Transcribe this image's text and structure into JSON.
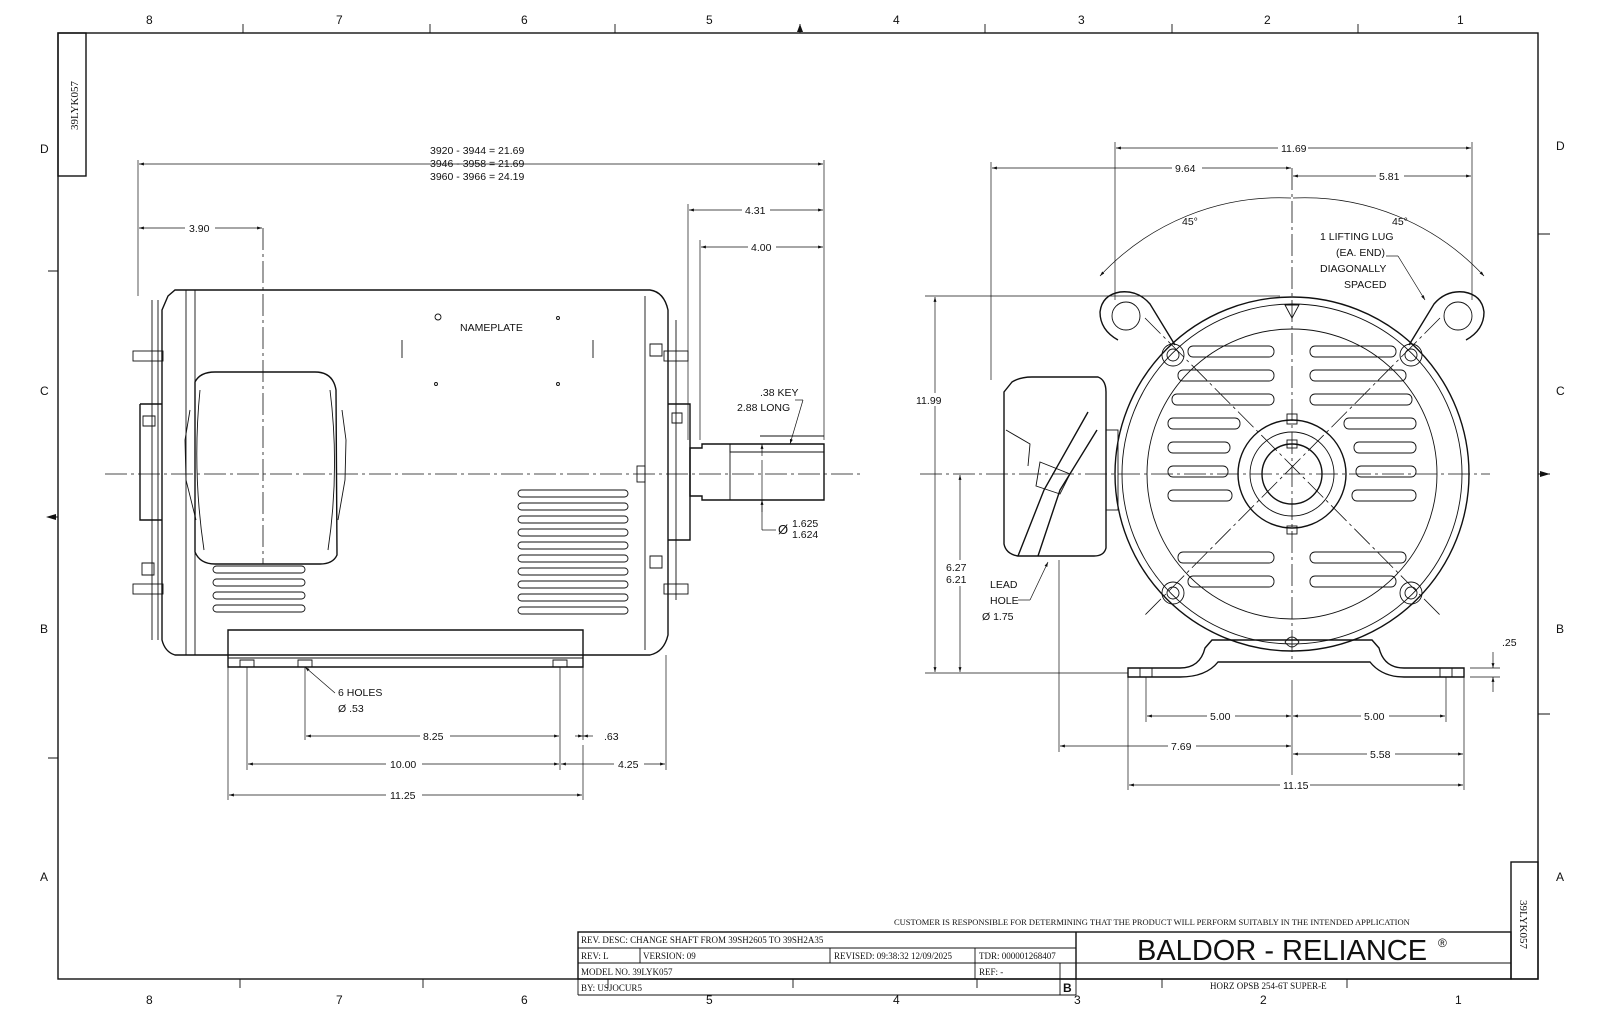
{
  "drawing": {
    "id_left": "39LYK057",
    "id_right": "39LYK057",
    "zones_top": [
      "8",
      "7",
      "6",
      "5",
      "4",
      "3",
      "2",
      "1"
    ],
    "zones_side": [
      "D",
      "C",
      "B",
      "A"
    ]
  },
  "side_view": {
    "overall_1": "3920 - 3944 = 21.69",
    "overall_2": "3946 - 3958 = 21.69",
    "overall_3": "3960 - 3966 = 24.19",
    "dim_390": "3.90",
    "dim_431": "4.31",
    "dim_400": "4.00",
    "nameplate": "NAMEPLATE",
    "key_1": ".38 KEY",
    "key_2": "2.88 LONG",
    "shaft_dia_sym": "Ø",
    "shaft_dia_1": "1.625",
    "shaft_dia_2": "1.624",
    "holes_1": "6 HOLES",
    "holes_2": "Ø .53",
    "dim_825": "8.25",
    "dim_063": ".63",
    "dim_1000": "10.00",
    "dim_425": "4.25",
    "dim_1125": "11.25"
  },
  "end_view": {
    "dim_1169": "11.69",
    "dim_964": "9.64",
    "dim_581": "5.81",
    "angle_left": "45°",
    "angle_right": "45°",
    "lug_1": "1 LIFTING LUG",
    "lug_2": "(EA. END)",
    "lug_3": "DIAGONALLY",
    "lug_4": "SPACED",
    "dim_1199": "11.99",
    "dim_627": "6.27",
    "dim_621": "6.21",
    "lead_1": "LEAD",
    "lead_2": "HOLE",
    "lead_3": "Ø 1.75",
    "dim_025": ".25",
    "dim_500_left": "5.00",
    "dim_500_right": "5.00",
    "dim_769": "7.69",
    "dim_558": "5.58",
    "dim_1115": "11.15"
  },
  "title_block": {
    "disclaimer": "CUSTOMER IS RESPONSIBLE FOR DETERMINING THAT THE PRODUCT WILL PERFORM SUITABLY IN THE INTENDED APPLICATION",
    "rev_desc": "REV. DESC: CHANGE SHAFT FROM 39SH2605 TO 39SH2A35",
    "rev": "REV:  L",
    "version": "VERSION:  09",
    "revised": "REVISED:  09:38:32 12/09/2025",
    "tdr": "TDR: 000001268407",
    "model": "MODEL NO.  39LYK057",
    "ref": "REF:  -",
    "by": "BY: USJOCUR5",
    "sheet_size": "B",
    "brand": "BALDOR - RELIANCE",
    "brand_mark": "®",
    "description": "HORZ OPSB 254-6T SUPER-E"
  }
}
